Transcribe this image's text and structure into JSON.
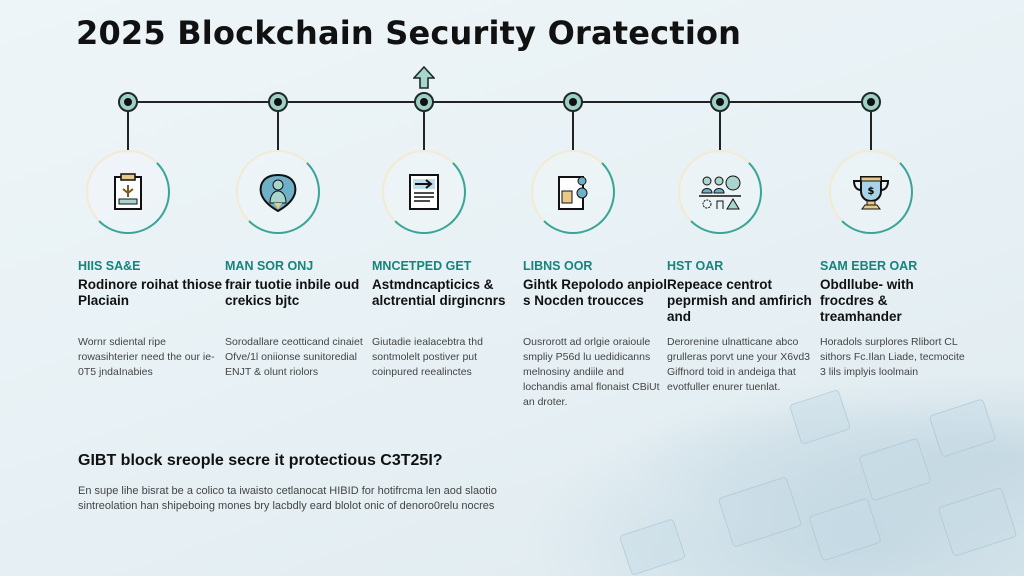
{
  "title": "2025 Blockchain Security Oratection",
  "steps": [
    {
      "tag": "HIIS SA&E",
      "heading": "Rodinore roihat thiose Placiain",
      "desc": "Wornr sdiental ripe rowasihterier need the our ie-0T5 jndaInabies",
      "icon": "clipboard-icon"
    },
    {
      "tag": "MAN SOR ONJ",
      "heading": "frair tuotie inbile oud crekics bjtc",
      "desc": "Sorodallare ceotticand cinaiet Ofve/1l oniionse sunitoredial ENJT & olunt riolors",
      "icon": "shield-person-icon"
    },
    {
      "tag": "MNCETPED GET",
      "heading": "Astmdncapticics & alctrential dirgincnrs",
      "desc": "Giutadie iealacebtra thd sontmolelt postiver put coinpured reealinctes",
      "icon": "document-arrow-icon"
    },
    {
      "tag": "LIBNS OOR",
      "heading": "Gihtk Repolodo anpiol s Nocden troucces",
      "desc": "Ousrorott ad orlgie oraioule smpliy P56d lu uedidicanns melnosiny andiile and lochandis amal flonaist CBiUt an droter.",
      "icon": "tablet-network-icon"
    },
    {
      "tag": "HST OAR",
      "heading": "Repeace centrot peprmish and amfirich and",
      "desc": "Derorenine ulnatticane abco grulleras porvt une your X6vd3 Giffnord toid in andeiga that evotfuller enurer tuenlat.",
      "icon": "team-icon"
    },
    {
      "tag": "SAM EBER OAR",
      "heading": "Obdllube- with frocdres & treamhander",
      "desc": "Horadols surplores Rlibort CL sithors Fc.Ilan Liade, tecmocite 3 lils implyis loolmain",
      "icon": "trophy-icon"
    }
  ],
  "faq": {
    "question": "GIBT block sreople secre it protectious C3T25I?",
    "answer": "En supe lihe bisrat be a colico ta iwaisto cetlanocat HIBID for hotifrcma len aod slaotio sintreolation han shipeboing mones bry lacbdly eard blolot onic of denoro0relu nocres"
  },
  "colors": {
    "accent": "#14857a",
    "node": "#9fd0c6",
    "background": "#e8f1f5"
  }
}
